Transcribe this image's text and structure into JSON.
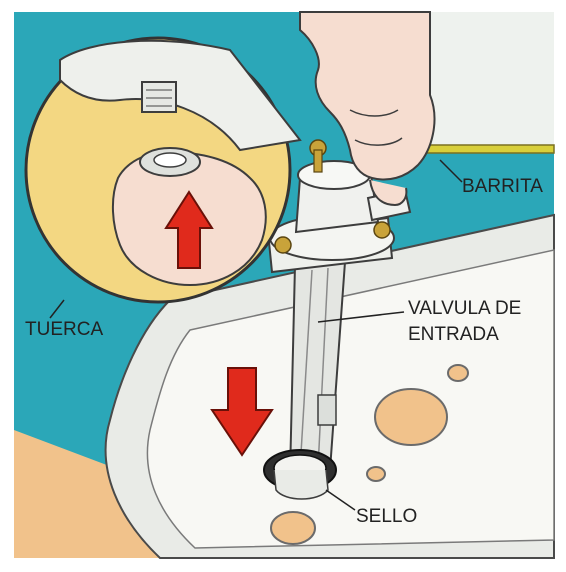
{
  "labels": {
    "barrita": "BARRITA",
    "tuerca": "TUERCA",
    "valvula_line1": "VALVULA DE",
    "valvula_line2": "ENTRADA",
    "sello": "SELLO"
  },
  "colors": {
    "background_teal": "#2ba7b8",
    "inset_yellow": "#f3d782",
    "floor_peach": "#f1c28b",
    "tank_white": "#f8f8f4",
    "arrow_red": "#e02a1c",
    "skin": "#f6ddd0",
    "brass": "#c9a33a"
  },
  "icons": {
    "up_arrow": "red-up-arrow-icon",
    "down_arrow": "red-down-arrow-icon"
  }
}
